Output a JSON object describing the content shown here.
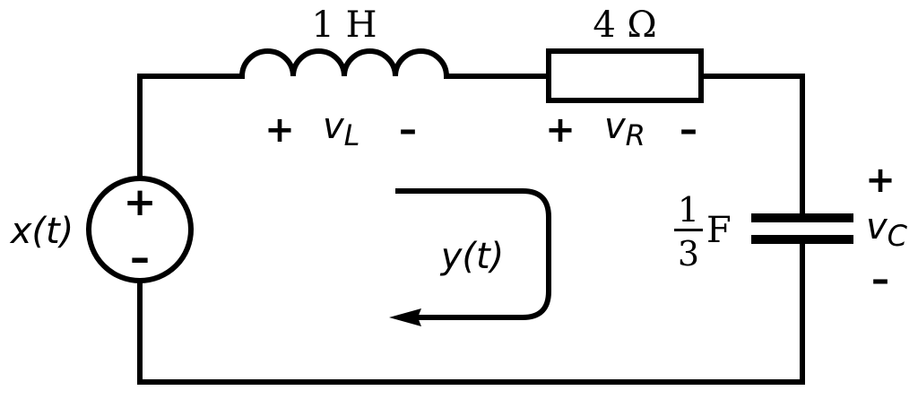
{
  "inductor": {
    "value_label": "1 H"
  },
  "resistor": {
    "value_label": "4 Ω"
  },
  "capacitor": {
    "value_numerator": "1",
    "value_denominator": "3",
    "value_unit": "F"
  },
  "source": {
    "label": "x(t)",
    "plus": "+",
    "minus": "–"
  },
  "voltages": {
    "inductor": {
      "plus": "+",
      "symbol": "v",
      "subscript": "L",
      "minus": "–"
    },
    "resistor": {
      "plus": "+",
      "symbol": "v",
      "subscript": "R",
      "minus": "–"
    },
    "capacitor": {
      "plus": "+",
      "symbol": "v",
      "subscript": "C",
      "minus": "–"
    }
  },
  "current": {
    "label": "y(t)"
  }
}
